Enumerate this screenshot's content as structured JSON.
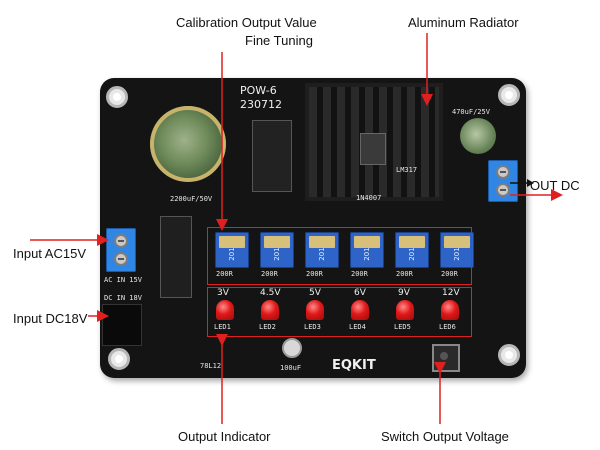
{
  "callouts": {
    "calibration_line1": "Calibration Output Value",
    "calibration_line2": "Fine Tuning",
    "aluminum": "Aluminum Radiator",
    "out_dc": "OUT DC",
    "input_ac": "Input AC15V",
    "input_dc": "Input DC18V",
    "output_indicator": "Output Indicator",
    "switch_output": "Switch Output Voltage"
  },
  "board": {
    "model": "POW-6",
    "date": "230712",
    "brand": "EQKIT",
    "cap_big": "2200uF/50V",
    "cap_small": "470uF/25V",
    "regulator": "LM317",
    "diode": "1N4007",
    "ac_in": "AC IN 15V",
    "dc_in": "DC IN 18V",
    "reg_small": "78L12",
    "cap_c9": "100uF",
    "pots": [
      "201",
      "201",
      "201",
      "201",
      "201",
      "201"
    ],
    "pot_values": [
      "200R",
      "200R",
      "200R",
      "200R",
      "200R",
      "200R"
    ],
    "leds": [
      "3V",
      "4.5V",
      "5V",
      "6V",
      "9V",
      "12V"
    ],
    "led_labels": [
      "LED1",
      "LED2",
      "LED3",
      "LED4",
      "LED5",
      "LED6"
    ]
  },
  "colors": {
    "arrow": "#e0201e",
    "board": "#141414",
    "pot": "#2e63c7",
    "terminal": "#2f86e5",
    "led": "#e01818"
  }
}
